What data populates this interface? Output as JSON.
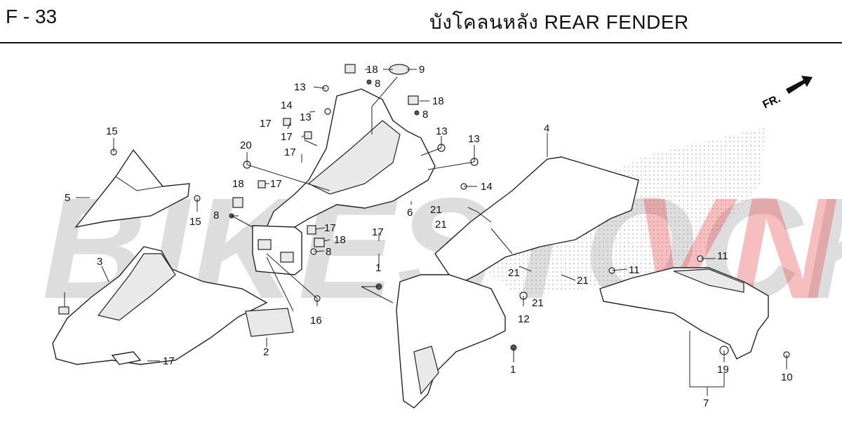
{
  "header": {
    "page_code": "F - 33",
    "title": "บังโคลนหลัง  REAR FENDER"
  },
  "watermark": {
    "main": "BIKESTOCK",
    "accent": "VN"
  },
  "direction": {
    "label": "FR."
  },
  "callouts": [
    "1",
    "1",
    "2",
    "3",
    "4",
    "5",
    "6",
    "7",
    "8",
    "8",
    "8",
    "8",
    "9",
    "10",
    "11",
    "11",
    "12",
    "13",
    "13",
    "13",
    "13",
    "14",
    "14",
    "15",
    "15",
    "16",
    "17",
    "17",
    "17",
    "17",
    "17",
    "17",
    "17",
    "18",
    "18",
    "18",
    "18",
    "19",
    "20",
    "21",
    "21",
    "21",
    "21",
    "21"
  ]
}
